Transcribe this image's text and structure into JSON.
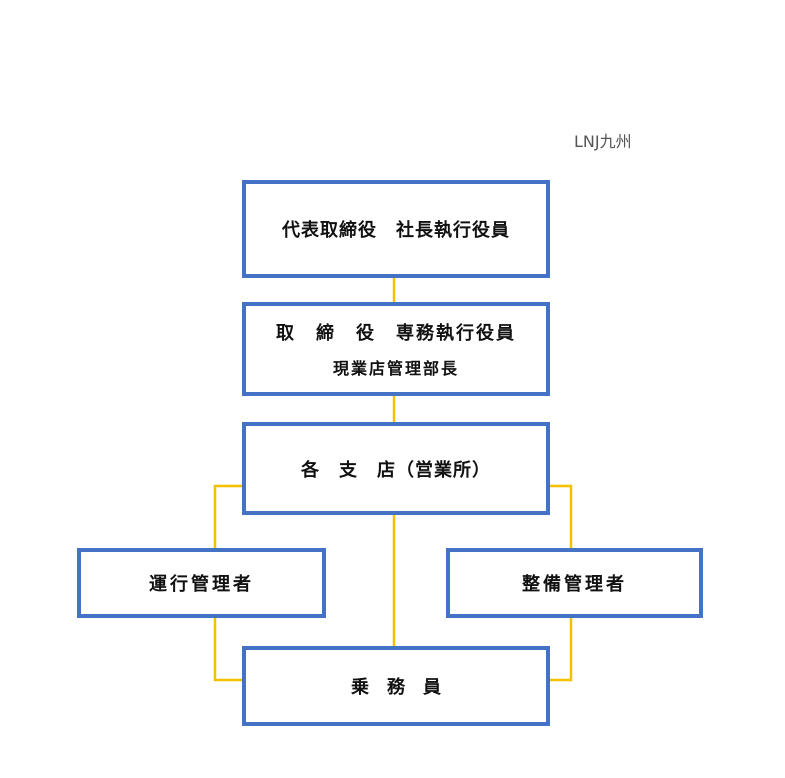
{
  "company": "LNJ九州",
  "boxes": {
    "ceo": "代表取締役　社長執行役員",
    "director_line1": "取　締　役　専務執行役員",
    "director_line2": "現業店管理部長",
    "branches": "各　支　店（営業所）",
    "operations_manager": "運行管理者",
    "maintenance_manager": "整備管理者",
    "crew": "乗　務　員"
  },
  "colors": {
    "box_border": "#4472c4",
    "connector": "#f5c000"
  }
}
